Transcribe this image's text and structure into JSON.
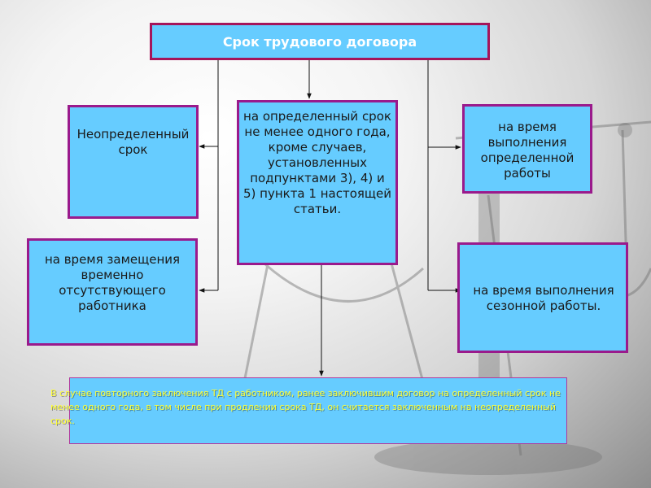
{
  "diagram": {
    "title": "Срок трудового договора",
    "boxes": {
      "indefinite": "Неопределенный срок",
      "fixed_term": "на определенный срок не менее одного года, кроме случаев, установленных подпунктами 3), 4) и 5) пункта 1 настоящей статьи.",
      "work_completion": "на время выполнения определенной работы",
      "replacement": "на время замещения временно отсутствующего работника",
      "seasonal": "на время выполнения сезонной работы."
    },
    "note": "В случае повторного заключения ТД с работником, ранее заключившим договор на определенный срок не менее одного года, в том числе при продлении срока ТД, он считается заключенным на неопределенный срок."
  },
  "colors": {
    "box_fill": "#66ccff",
    "box_border": "#9a1a8c",
    "title_text": "#ffffff",
    "note_text": "#ffff33"
  }
}
